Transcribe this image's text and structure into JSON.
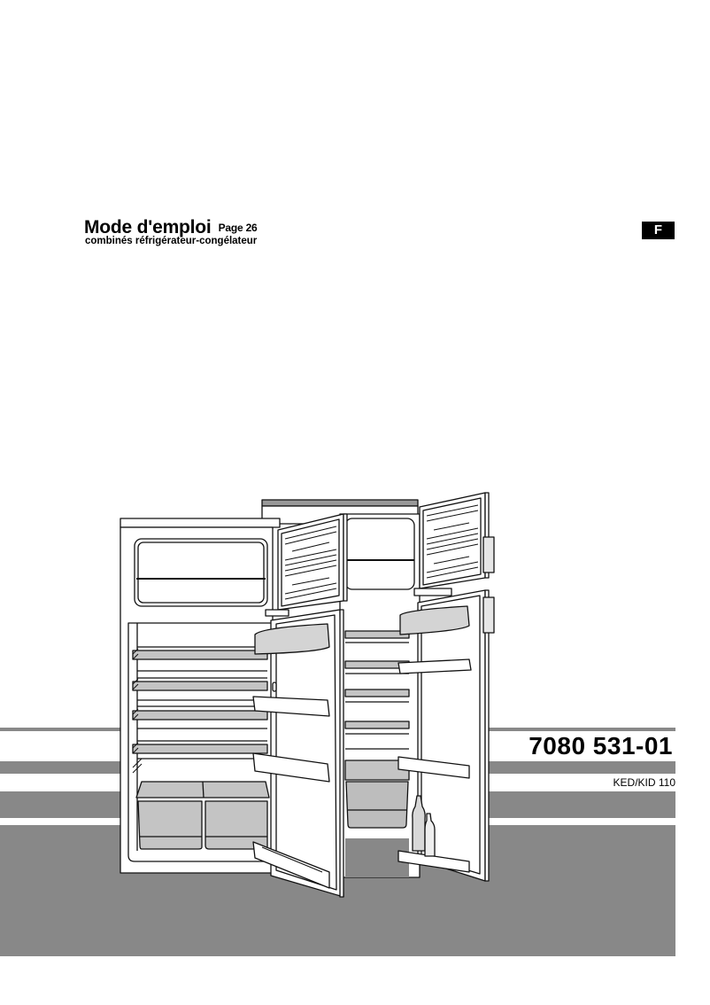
{
  "header": {
    "title": "Mode d'emploi",
    "page_ref": "Page 26",
    "subtitle": "combinés réfrigérateur-congélateur",
    "language_badge": "F"
  },
  "illustration": {
    "subject": "fridge-freezer-open-doors-icon",
    "description": "Two combined refrigerator-freezer units with doors open, showing shelves, crispers, door racks and bottles"
  },
  "footer": {
    "document_number": "7080 531-01",
    "model": "KED/KID 110"
  },
  "colors": {
    "stripe_gray": "#888888",
    "shelf_gray": "#c4c4c4",
    "text": "#000000",
    "background": "#ffffff"
  }
}
